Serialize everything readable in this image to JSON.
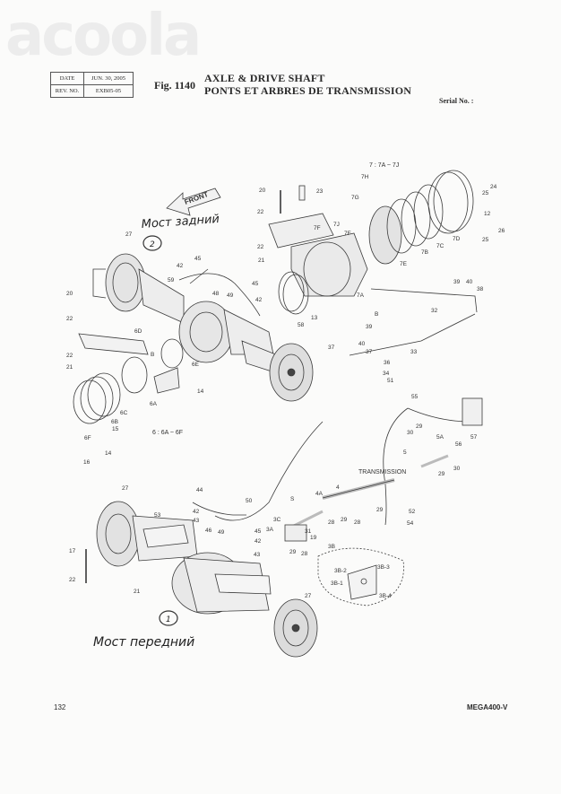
{
  "watermark": "acoola",
  "revision_box": {
    "date_label": "DATE",
    "date_value": "JUN. 30, 2005",
    "rev_label": "REV. NO.",
    "rev_value": "EXB05-05"
  },
  "figure": {
    "number": "Fig. 1140",
    "title_en": "AXLE & DRIVE SHAFT",
    "title_fr": "PONTS ET ARBRES DE TRANSMISSION",
    "serial_label": "Serial No. :"
  },
  "direction_label": "FRONT",
  "handwritten": {
    "rear_axle": "Мост задний",
    "front_axle": "Мост передний",
    "rear_mark": "2",
    "front_mark": "1"
  },
  "group_labels": {
    "group7": "7 : 7A ~ 7J",
    "group6": "6 : 6A ~ 6F",
    "transmission": "TRANSMISSION"
  },
  "callouts": {
    "c20a": "20",
    "c23": "23",
    "c22a": "22",
    "c7H": "7H",
    "c7G": "7G",
    "c24": "24",
    "c25a": "25",
    "c12": "12",
    "c25b": "25",
    "c26": "26",
    "c7J": "7J",
    "c7F1": "7F",
    "c7F2": "7F",
    "c7D": "7D",
    "c7C": "7C",
    "c7B": "7B",
    "c7E": "7E",
    "c22b": "22",
    "c21a": "21",
    "c7A": "7A",
    "c39a": "39",
    "c40a": "40",
    "c38a": "38",
    "c27a": "27",
    "c42a": "42",
    "c45a": "45",
    "c59a": "59",
    "c48a": "48",
    "c49a": "49",
    "c45b": "45",
    "c42b": "42",
    "c58": "58",
    "c13": "13",
    "c32": "32",
    "c20b": "20",
    "cB1": "B",
    "c22c": "22",
    "c6D": "6D",
    "cB2": "B",
    "c39b": "39",
    "c40b": "40",
    "c37a": "37",
    "c33": "33",
    "c36": "36",
    "c22d": "22",
    "c21b": "21",
    "c6E": "6E",
    "c37b": "37",
    "c34": "34",
    "c51": "51",
    "c14a": "14",
    "c6A": "6A",
    "c6C": "6C",
    "c6B": "6B",
    "c55": "55",
    "c15": "15",
    "c6F": "6F",
    "c14b": "14",
    "c16": "16",
    "c29a": "29",
    "c30a": "30",
    "c5A": "5A",
    "c56": "56",
    "c57": "57",
    "c5": "5",
    "c29b": "29",
    "c30b": "30",
    "c27b": "27",
    "c44": "44",
    "c50": "50",
    "c4A": "4A",
    "c4": "4",
    "c42c": "42",
    "c43a": "43",
    "c53": "53",
    "c46": "46",
    "c49b": "49",
    "c45c": "45",
    "c42d": "42",
    "cS": "S",
    "c3C": "3C",
    "c3A": "3A",
    "c31": "31",
    "c19": "19",
    "c28a": "28",
    "c29c": "29",
    "c28b": "28",
    "c29d": "29",
    "c52": "52",
    "c54": "54",
    "c3B": "3B",
    "c17": "17",
    "c29e": "29",
    "c28c": "28",
    "c43b": "43",
    "c3B2": "3B-2",
    "c3B3": "3B-3",
    "c3B1": "3B-1",
    "c3B4": "3B-4",
    "c22e": "22",
    "c21c": "21",
    "c27c": "27"
  },
  "footer": {
    "page_number": "132",
    "model": "MEGA400-V"
  }
}
